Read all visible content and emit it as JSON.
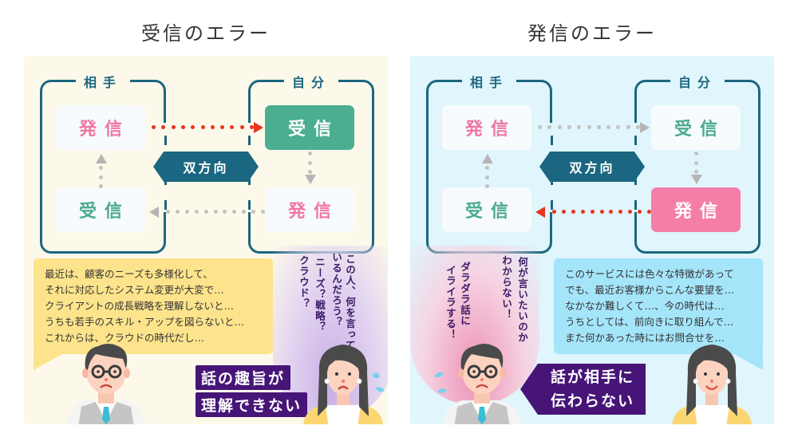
{
  "panels": [
    {
      "title": "受信のエラー",
      "theme": "yellow",
      "groups": {
        "other_label": "相手",
        "self_label": "自分"
      },
      "boxes": {
        "other_send": "発信",
        "other_receive": "受信",
        "self_receive": "受信",
        "self_send": "発信"
      },
      "highlighted_box": "self_receive",
      "highlighted_arrow": "other_send_to_self_receive",
      "center_badge": "双方向",
      "speech_bubble": {
        "speaker": "man",
        "lines": [
          "最近は、顧客のニーズも多様化して、",
          "それに対応したシステム変更が大変で…",
          "クライアントの成長戦略を理解しないと…",
          "うちも若手のスキル・アップを図らないと…",
          "これからは、クラウドの時代だし…"
        ]
      },
      "thought": {
        "thinker": "woman",
        "columns": [
          "この人、何を言って",
          "いるんだろう？",
          "ニーズ？戦略？",
          "クラウド？"
        ]
      },
      "caption_lines": [
        "話の趣旨が",
        "理解できない"
      ]
    },
    {
      "title": "発信のエラー",
      "theme": "blue",
      "groups": {
        "other_label": "相手",
        "self_label": "自分"
      },
      "boxes": {
        "other_send": "発信",
        "other_receive": "受信",
        "self_receive": "受信",
        "self_send": "発信"
      },
      "highlighted_box": "self_send",
      "highlighted_arrow": "self_send_to_other_receive",
      "center_badge": "双方向",
      "speech_bubble": {
        "speaker": "woman",
        "lines": [
          "このサービスには色々な特徴があって",
          "でも、最近お客様からこんな要望を…",
          "なかなか難しくて…、今の時代は…",
          "うちとしては、前向きに取り組んで…",
          "また何かあった時にはお問合せを…"
        ]
      },
      "thought": {
        "thinker": "man",
        "columns": [
          "何が言いたいのか",
          "わからない！",
          "ダラダラ話に",
          "イライラする！"
        ]
      },
      "caption_lines": [
        "話が相手に",
        "伝わらない"
      ]
    }
  ],
  "colors": {
    "teal_frame": "#1c6680",
    "send_pink": "#ef78a2",
    "receive_green": "#4bab8e",
    "highlight_arrow": "#e8351e",
    "muted_arrow": "#b5b5b5",
    "caption_purple": "#461577",
    "panel_yellow_bg": "#fdf9ea",
    "panel_blue_bg": "#e0f5fc"
  }
}
